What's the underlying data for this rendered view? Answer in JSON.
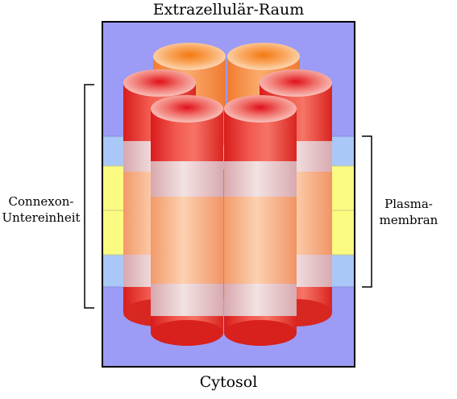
{
  "labels": {
    "top": "Extrazellulär-Raum",
    "bottom": "Cytosol",
    "left_line1": "Connexon-",
    "left_line2": "Untereinheit",
    "right_line1": "Plasma-",
    "right_line2": "membran"
  },
  "colors": {
    "background": "#9c9cf6",
    "membrane_head": "#a9c8f7",
    "membrane_core": "#fbfb82",
    "cylinder_red": "#ea3530",
    "cylinder_orange": "#f9924a",
    "band": "#eed0d0",
    "mid_section": "#f9c49e"
  }
}
